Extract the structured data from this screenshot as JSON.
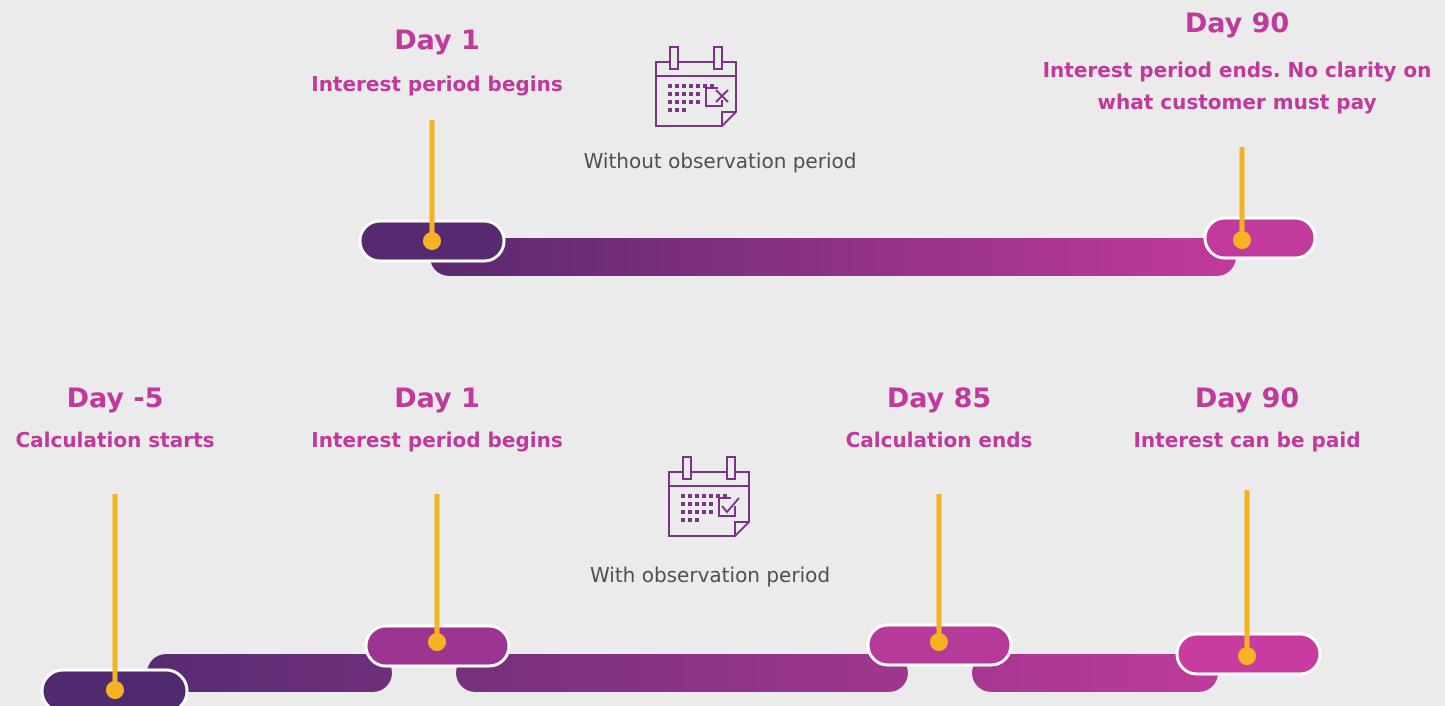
{
  "top": {
    "caption": "Without observation period",
    "icon": "calendar-cross-icon",
    "milestones": [
      {
        "day": "Day 1",
        "label": "Interest period begins"
      },
      {
        "day": "Day 90",
        "label": "Interest period ends. No clarity on what customer must pay"
      }
    ]
  },
  "bottom": {
    "caption": "With observation period",
    "icon": "calendar-check-icon",
    "milestones": [
      {
        "day": "Day -5",
        "label": "Calculation starts"
      },
      {
        "day": "Day 1",
        "label": "Interest period begins"
      },
      {
        "day": "Day 85",
        "label": "Calculation ends"
      },
      {
        "day": "Day 90",
        "label": "Interest can be paid"
      }
    ]
  },
  "colors": {
    "background": "#ebebeb",
    "purple_dark": "#4e2a6e",
    "magenta": "#c0399b",
    "marker": "#f5b323",
    "icon_stroke": "#7b3386"
  }
}
